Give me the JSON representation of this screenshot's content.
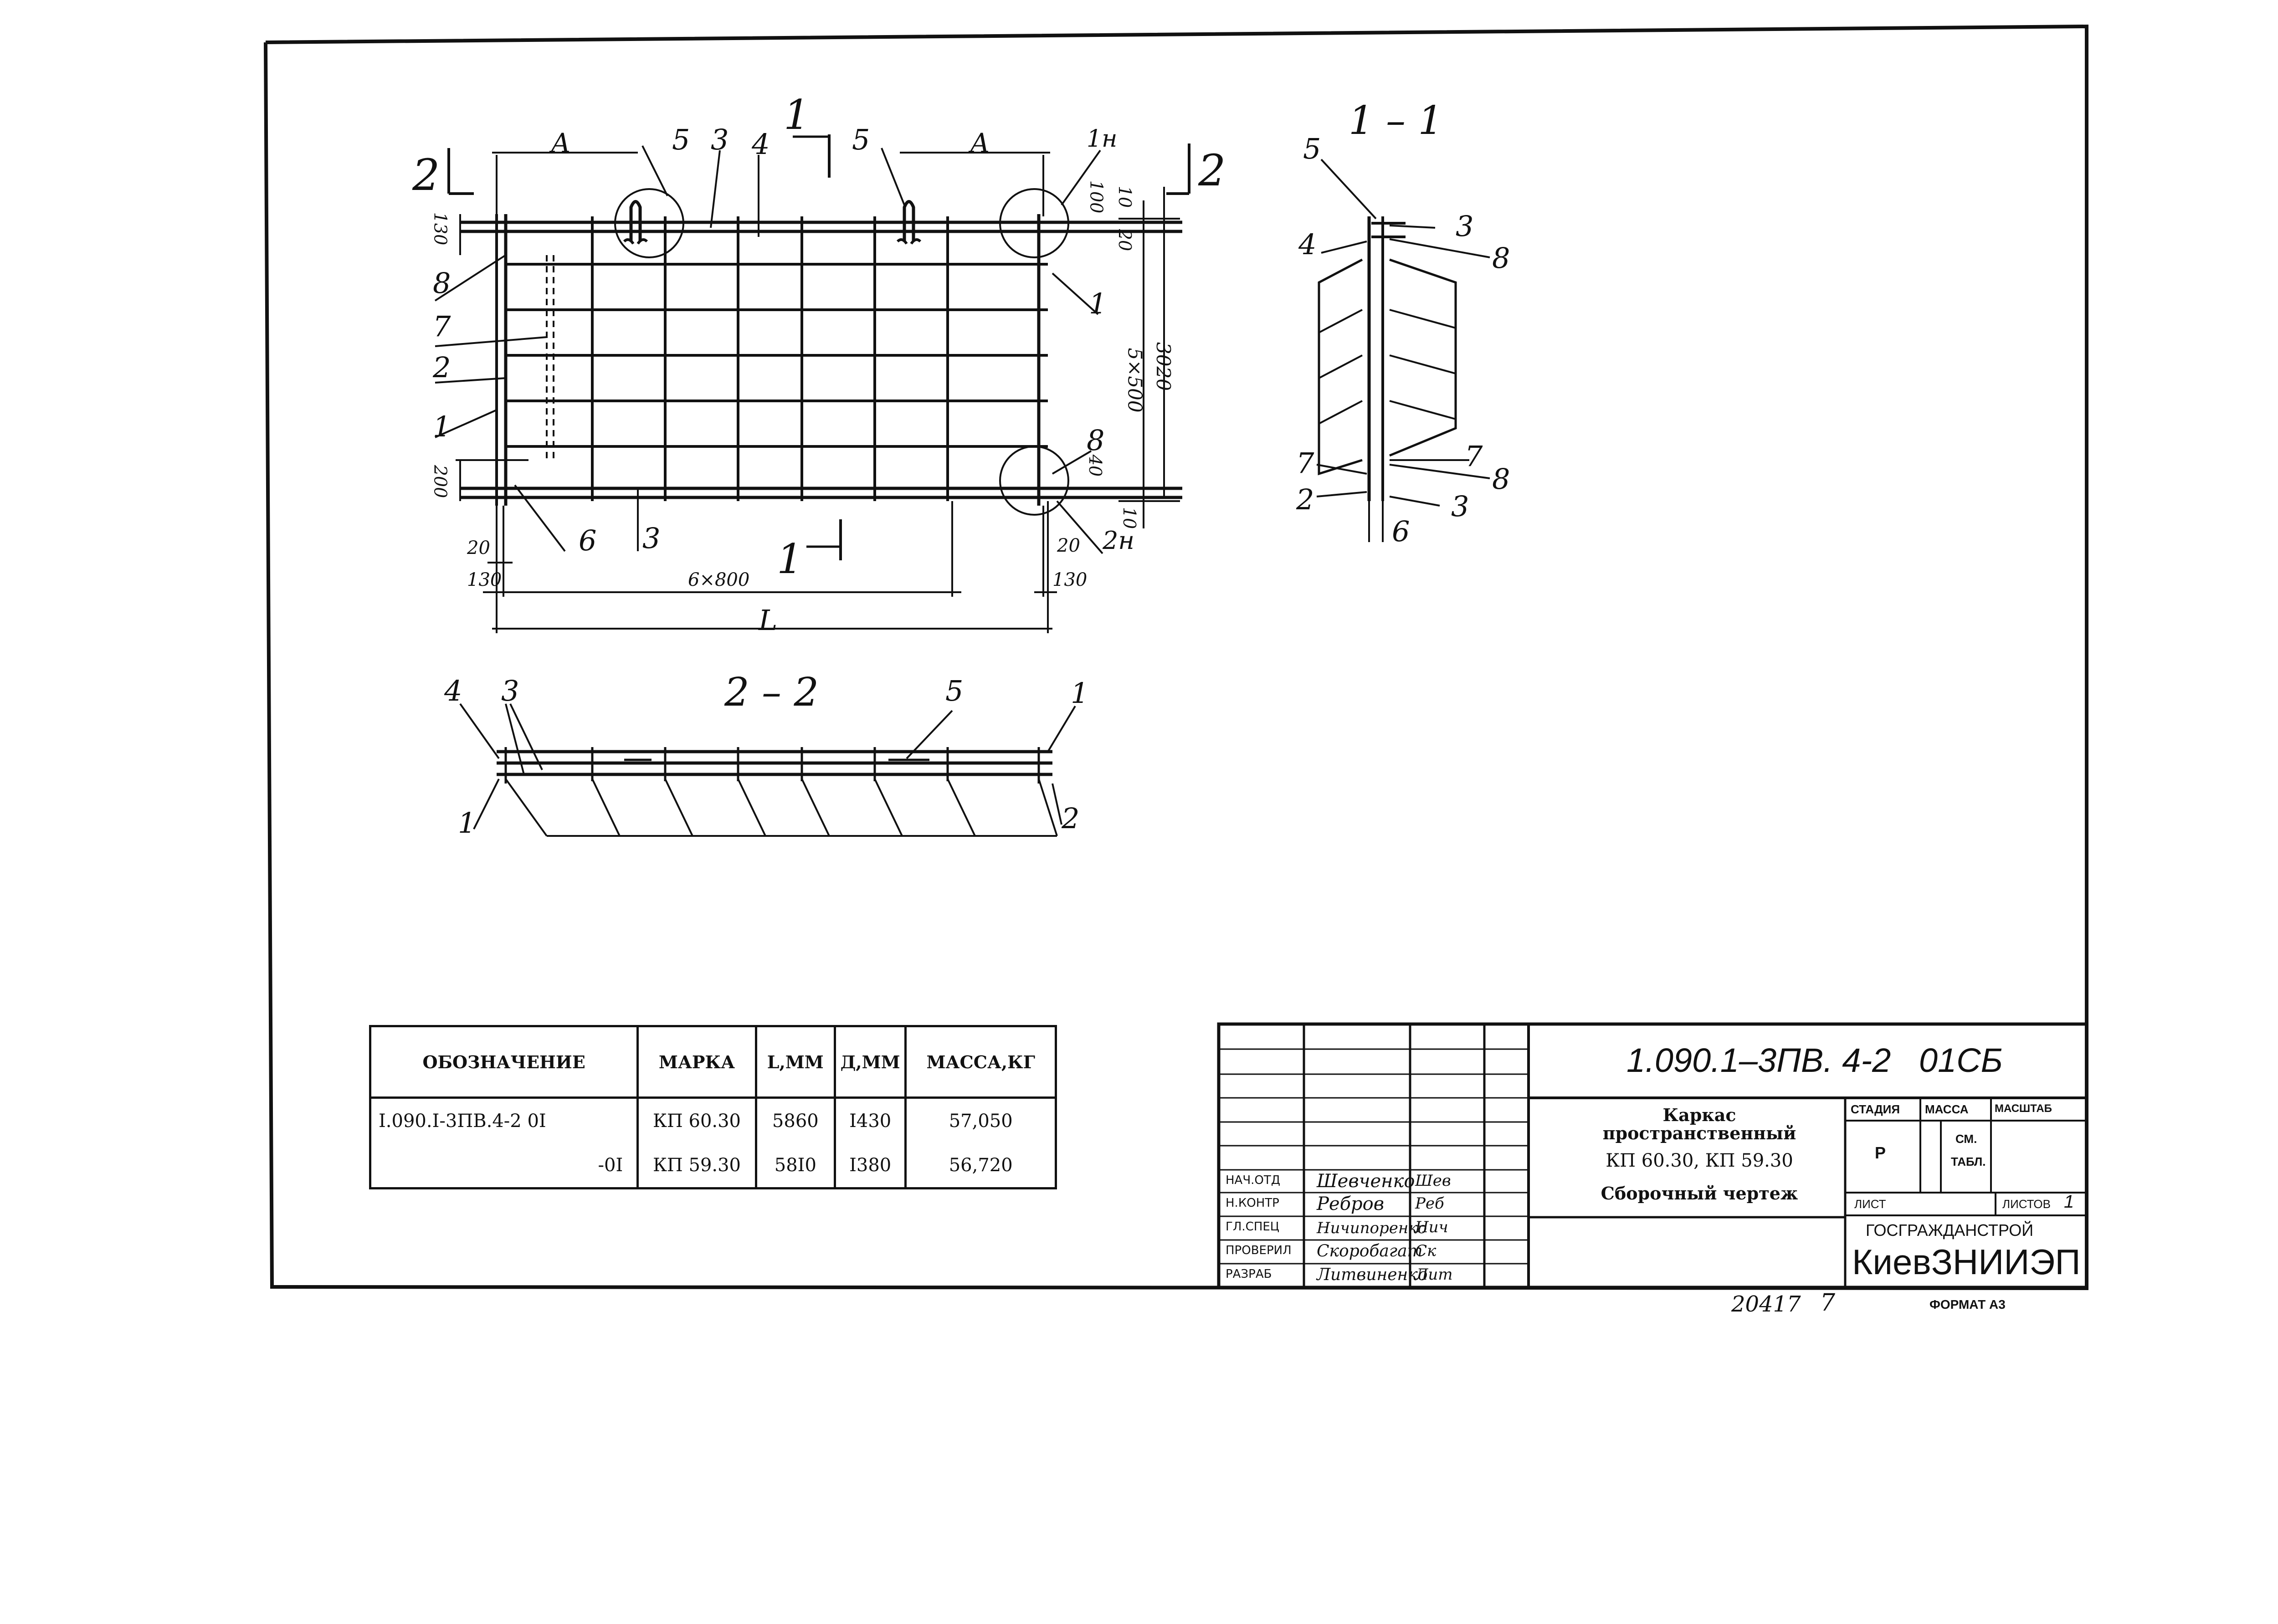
{
  "drawing": {
    "plan": {
      "section_mark_top": "1",
      "section_mark_bottom": "1",
      "section_2_left": "2",
      "section_2_right": "2",
      "dim_A_left": "A",
      "dim_A_right": "A",
      "dim_130_top": "130",
      "dim_200": "200",
      "dim_100": "100",
      "dim_10_top": "10",
      "dim_20_right": "20",
      "dim_5x500": "5×500",
      "dim_3020": "3020",
      "dim_40": "40",
      "dim_10_bottom": "10",
      "dim_20_bl": "20",
      "dim_130_bl": "130",
      "dim_6x800": "6×800",
      "dim_20_br": "20",
      "dim_130_br": "130",
      "dim_L": "L",
      "callouts": {
        "p5a": "5",
        "p3": "3",
        "p4": "4",
        "p5b": "5",
        "p1n": "1н",
        "p8": "8",
        "p7": "7",
        "p2": "2",
        "p1": "1",
        "p6": "6",
        "p3b": "3",
        "p1r": "1",
        "p8r": "8",
        "p2n": "2н"
      }
    },
    "section_1_1": {
      "title": "1 – 1",
      "callouts": {
        "p5": "5",
        "p3": "3",
        "p4": "4",
        "p8": "8",
        "p7l": "7",
        "p2": "2",
        "p7r": "7",
        "p8b": "8",
        "p3b": "3",
        "p6": "6"
      }
    },
    "section_2_2": {
      "title": "2 – 2",
      "callouts": {
        "p4": "4",
        "p3": "3",
        "p5": "5",
        "p1": "1",
        "p1b": "1",
        "p2": "2"
      }
    }
  },
  "spec_table": {
    "headers": [
      "ОБОЗНАЧЕНИЕ",
      "МАРКА",
      "L,ММ",
      "Д,ММ",
      "МАССА,КГ"
    ],
    "rows": [
      [
        "I.090.I-3ПВ.4-2 0I",
        "КП 60.30",
        "5860",
        "I430",
        "57,050"
      ],
      [
        "-0I",
        "КП 59.30",
        "58I0",
        "I380",
        "56,720"
      ]
    ]
  },
  "title_block": {
    "doc_code": "1.090.1–3ПВ. 4-2   01СБ",
    "title_line1": "Каркас",
    "title_line2": "пространственный",
    "title_line3": "КП 60.30, КП 59.30",
    "title_line4": "Сборочный чертеж",
    "stage_label": "СТАДИЯ",
    "mass_label": "МАССА",
    "scale_label": "МАСШТАБ",
    "stage_value": "Р",
    "mass_value_1": "СМ.",
    "mass_value_2": "ТАБЛ.",
    "sheet_label": "ЛИСТ",
    "sheets_label": "ЛИСТОВ",
    "sheets_value": "1",
    "org_1": "ГОСГРАЖДАНСТРОЙ",
    "org_2": "КиевЗНИИЭП",
    "signatures": [
      {
        "role": "НАЧ.ОТД",
        "name": "Шевченко",
        "sign": "Шев"
      },
      {
        "role": "Н.КОНТР",
        "name": "Ребров",
        "sign": "Реб"
      },
      {
        "role": "ГЛ.СПЕЦ",
        "name": "Ничипоренко",
        "sign": "Нич"
      },
      {
        "role": "ПРОВЕРИЛ",
        "name": "Скоробагат",
        "sign": "Ск"
      },
      {
        "role": "РАЗРАБ",
        "name": "Литвиненко",
        "sign": "Лит"
      }
    ]
  },
  "footer": {
    "inventory_no": "20417",
    "sheet_no": "7",
    "format": "ФОРМАТ А3"
  }
}
